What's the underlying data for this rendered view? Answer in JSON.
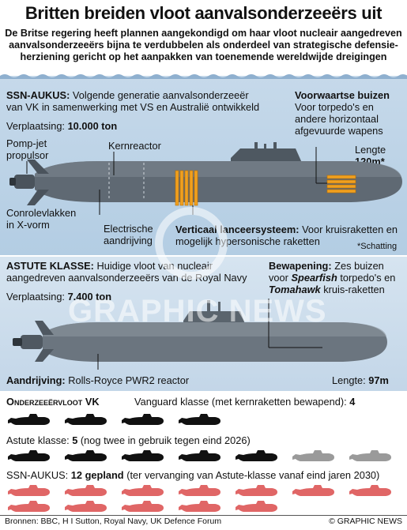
{
  "title": "Britten breiden vloot aanvalsonderzeeërs uit",
  "subtitle": "De Britse regering heeft plannen aangekondigd om haar vloot nucleair aangedreven aanvalsonderzeeërs bijna te verdubbelen als onderdeel van strategische defensie-herziening gericht op het aanpakken van toenemende wereldwijde dreigingen",
  "ssn": {
    "name": "SSN-AUKUS:",
    "desc1": "Volgende generatie aanvalsonderzeeër",
    "desc2": "van VK  in samenwerking met VS en Australië ontwikkeld",
    "disp_label": "Verplaatsing:",
    "disp_value": "10.000 ton",
    "pumpjet": "Pomp-jet\npropulsor",
    "reactor": "Kernreactor",
    "cone": "Conrolevlakken\nin X-vorm",
    "electric": "Electrische\naandrijving",
    "vls_label": "Verticaal lanceersysteem:",
    "vls_desc": "Voor kruisraketten en mogelijk hypersonische raketten",
    "forward_title": "Voorwaartse buizen",
    "forward_desc": "Voor torpedo's en andere horizontaal afgevuurde wapens",
    "length_label": "Lengte",
    "length_value": "120m*",
    "estimate": "*Schatting"
  },
  "astute": {
    "name": "ASTUTE KLASSE:",
    "desc": "Huidige vloot van nucleair aangedreven aanvalsonderzeeërs van de Royal Navy",
    "disp_label": "Verplaatsing:",
    "disp_value": "7.400 ton",
    "arm_label": "Bewapening:",
    "arm_pre": "Zes buizen voor",
    "arm_spearfish": "Spearfish",
    "arm_mid": "torpedo's en",
    "arm_tomahawk": "Tomahawk",
    "arm_post": "kruis-raketten",
    "drive_label": "Aandrijving:",
    "drive_value": "Rolls-Royce PWR2 reactor",
    "length_label": "Lengte:",
    "length_value": "97m"
  },
  "fleet": {
    "heading": "Onderzeeërvloot VK",
    "vanguard_label": "Vanguard klasse (met kernraketten bewapend):",
    "vanguard_count": "4",
    "astute_label": "Astute klasse:",
    "astute_count": "5",
    "astute_note": "(nog twee in gebruik tegen eind 2026)",
    "ssn_label": "SSN-AUKUS:",
    "ssn_count": "12 gepland",
    "ssn_note": "(ter vervanging van Astute-klasse vanaf eind jaren 2030)",
    "astute_active": 5,
    "astute_planned": 2,
    "ssn_planned": 12
  },
  "watermark": "GRAPHIC NEWS",
  "footer": {
    "sources": "Bronnen: BBC, H I Sutton, Royal Navy, UK Defence Forum",
    "credit": "© GRAPHIC NEWS"
  },
  "colors": {
    "active": "#111111",
    "planned": "#9a9a9a",
    "ssn": "#e06666",
    "orange": "#f0a020",
    "hull": "#5a646e"
  }
}
